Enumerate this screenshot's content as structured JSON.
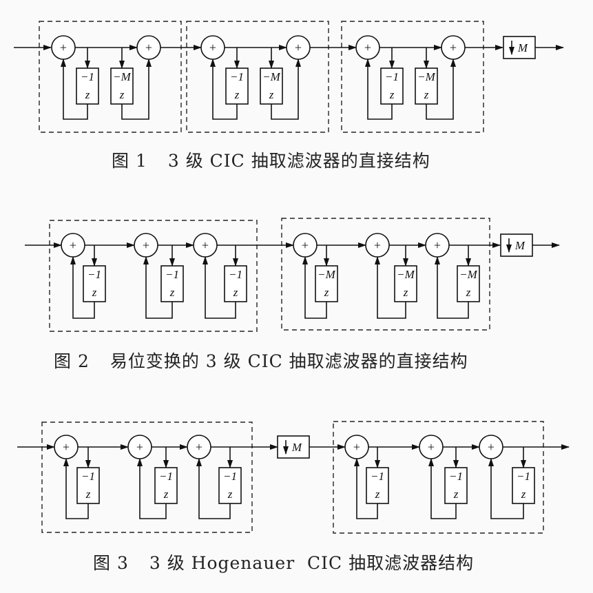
{
  "figures": [
    {
      "id": "fig1",
      "caption_number": "图 1",
      "caption_text": "3 级 CIC 抽取滤波器的直接结构",
      "stages": [
        {
          "adder_symbol": "+",
          "integrator_delay": {
            "num": "−1",
            "den": "z"
          },
          "comb_delay": {
            "num": "−M",
            "den": "z"
          }
        },
        {
          "adder_symbol": "+",
          "integrator_delay": {
            "num": "−1",
            "den": "z"
          },
          "comb_delay": {
            "num": "−M",
            "den": "z"
          }
        },
        {
          "adder_symbol": "+",
          "integrator_delay": {
            "num": "−1",
            "den": "z"
          },
          "comb_delay": {
            "num": "−M",
            "den": "z"
          }
        }
      ],
      "decimator_label": "M"
    },
    {
      "id": "fig2",
      "caption_number": "图 2",
      "caption_text": "易位变换的 3 级 CIC 抽取滤波器的直接结构",
      "integrator_delays": [
        {
          "num": "−1",
          "den": "z"
        },
        {
          "num": "−1",
          "den": "z"
        },
        {
          "num": "−1",
          "den": "z"
        }
      ],
      "comb_delays": [
        {
          "num": "−M",
          "den": "z"
        },
        {
          "num": "−M",
          "den": "z"
        },
        {
          "num": "−M",
          "den": "z"
        }
      ],
      "adder_symbol": "+",
      "decimator_label": "M"
    },
    {
      "id": "fig3",
      "caption_number": "图 3",
      "caption_text": "3 级 Hogenauer  CIC 抽取滤波器结构",
      "integrator_delays": [
        {
          "num": "−1",
          "den": "z"
        },
        {
          "num": "−1",
          "den": "z"
        },
        {
          "num": "−1",
          "den": "z"
        }
      ],
      "comb_delays": [
        {
          "num": "−1",
          "den": "z"
        },
        {
          "num": "−1",
          "den": "z"
        },
        {
          "num": "−1",
          "den": "z"
        }
      ],
      "adder_symbol": "+",
      "decimator_label": "M"
    }
  ]
}
